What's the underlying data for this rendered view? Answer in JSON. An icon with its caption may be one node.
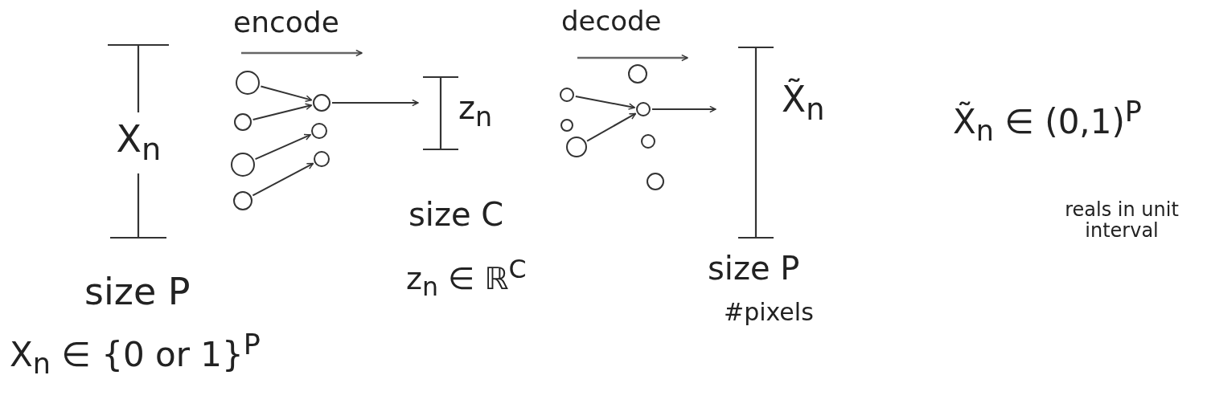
{
  "diagram": {
    "nodes": [
      {
        "text": [
          "X$_{n}$"
        ],
        "beside": [
          "size P"
        ]
      },
      {
        "text": [],
        "shape": "circle"
      },
      {
        "text": [],
        "shape": "circle"
      },
      {
        "text": [],
        "shape": "circle"
      },
      {
        "text": [],
        "shape": "circle"
      },
      {
        "text": [],
        "shape": "circle"
      },
      {
        "text": [],
        "shape": "circle"
      },
      {
        "text": [],
        "shape": "circle"
      },
      {
        "text": [
          "z$_{n}$"
        ],
        "beside": [
          "size C"
        ]
      },
      {
        "text": [],
        "shape": "circle"
      },
      {
        "text": [],
        "shape": "circle"
      },
      {
        "text": [],
        "shape": "circle"
      },
      {
        "text": [],
        "shape": "circle"
      },
      {
        "text": [],
        "shape": "circle"
      },
      {
        "text": [],
        "shape": "circle"
      },
      {
        "text": [],
        "shape": "circle"
      },
      {
        "text": [
          "X̃$_{n}$"
        ],
        "beside": [
          "size P",
          "#pixels"
        ]
      }
    ],
    "edges": [
      {
        "from": 1,
        "to": 5,
        "arrow": "to"
      },
      {
        "from": 2,
        "to": 5,
        "arrow": "to"
      },
      {
        "from": 3,
        "to": 6,
        "arrow": "to"
      },
      {
        "from": 4,
        "to": 7,
        "arrow": "to"
      },
      {
        "from": 5,
        "to": 8,
        "arrow": "to"
      },
      {
        "from": 9,
        "to": 13,
        "arrow": "to"
      },
      {
        "from": 11,
        "to": 13,
        "arrow": "to"
      },
      {
        "from": 13,
        "to": 16,
        "arrow": "to"
      }
    ],
    "labels": [
      "encode",
      "decode",
      "X̃$_{n}$ ∈ (0,1)$^{P}$",
      "reals in unit interval",
      "z$_{n}$ ∈ ℝ$^{C}$",
      "X$_{n}$ ∈ {0 or 1}$^{P}$"
    ]
  }
}
